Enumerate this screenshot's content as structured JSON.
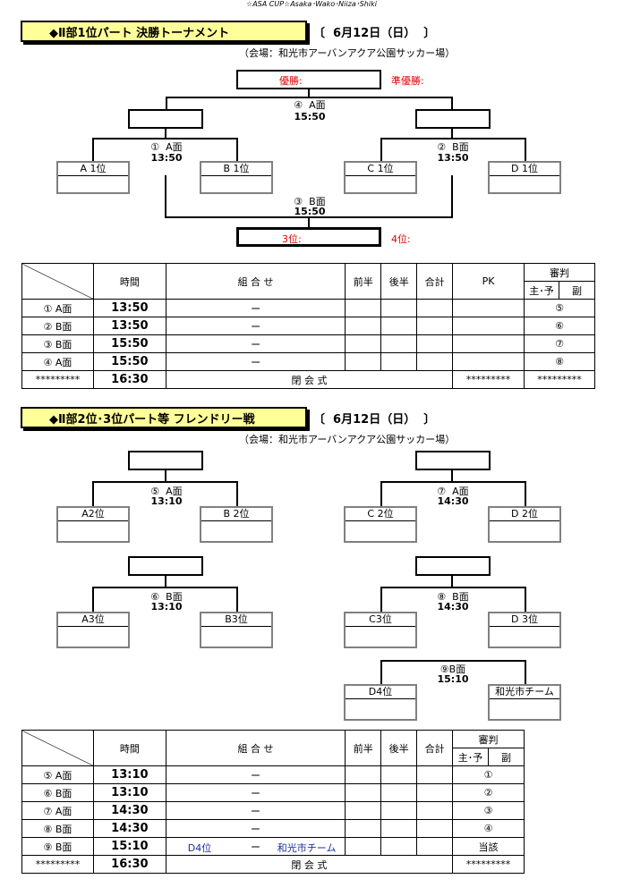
{
  "header": "☆ASA  CUP☆Asaka･Wako･Niiza･Shiki",
  "section1": {
    "title": "◆Ⅱ部1位パート 決勝トーナメント",
    "date": "〔  6月12日（日）  〕",
    "venue": "（会場：和光市アーバンアクア公園サッカー場）",
    "champion_label": "優勝:",
    "runner_up_label": "準優勝:",
    "third_label": "3位:",
    "fourth_label": "4位:",
    "matches": {
      "final": {
        "label": "④  A面",
        "time": "15:50"
      },
      "semi1": {
        "label": "①  A面",
        "time": "13:50"
      },
      "semi2": {
        "label": "②  B面",
        "time": "13:50"
      },
      "third": {
        "label": "③  B面",
        "time": "15:50"
      }
    },
    "teams": [
      "A 1位",
      "B 1位",
      "C 1位",
      "D 1位"
    ]
  },
  "section2": {
    "title": "◆Ⅱ部2位･3位パート等 フレンドリー戦",
    "date": "〔  6月12日（日）  〕",
    "venue": "（会場：和光市アーバンアクア公園サッカー場）",
    "matches": {
      "m5": {
        "label": "⑤  A面",
        "time": "13:10"
      },
      "m7": {
        "label": "⑦  A面",
        "time": "14:30"
      },
      "m6": {
        "label": "⑥  B面",
        "time": "13:10"
      },
      "m8": {
        "label": "⑧  B面",
        "time": "14:30"
      },
      "m9": {
        "label": "⑨B面",
        "time": "15:10"
      }
    },
    "teams": {
      "a2": "A2位",
      "b2": "B 2位",
      "c2": "C 2位",
      "d2": "D 2位",
      "a3": "A3位",
      "b3": "B3位",
      "c3": "C3位",
      "d3": "D 3位",
      "d4": "D4位",
      "wako": "和光市チーム"
    }
  },
  "table1": {
    "headers": {
      "time": "時間",
      "combo": "組  合  せ",
      "first": "前半",
      "second": "後半",
      "total": "合計",
      "pk": "PK",
      "referee": "審判",
      "ref_main": "主･予",
      "ref_sub": "副"
    },
    "rows": [
      {
        "match": "①  A面",
        "time": "13:50",
        "combo": "ー",
        "ref": "⑤"
      },
      {
        "match": "②  B面",
        "time": "13:50",
        "combo": "ー",
        "ref": "⑥"
      },
      {
        "match": "③  B面",
        "time": "15:50",
        "combo": "ー",
        "ref": "⑦"
      },
      {
        "match": "④  A面",
        "time": "15:50",
        "combo": "ー",
        "ref": "⑧"
      }
    ],
    "closing": {
      "match": "*********",
      "time": "16:30",
      "combo": "閉      会      式",
      "pk": "*********",
      "ref": "*********"
    }
  },
  "table2": {
    "headers": {
      "time": "時間",
      "combo": "組  合  せ",
      "first": "前半",
      "second": "後半",
      "total": "合計",
      "referee": "審判",
      "ref_main": "主･予",
      "ref_sub": "副"
    },
    "rows": [
      {
        "match": "⑤  A面",
        "time": "13:10",
        "combo": "ー",
        "ref": "①"
      },
      {
        "match": "⑥  B面",
        "time": "13:10",
        "combo": "ー",
        "ref": "②"
      },
      {
        "match": "⑦  A面",
        "time": "14:30",
        "combo": "ー",
        "ref": "③"
      },
      {
        "match": "⑧  B面",
        "time": "14:30",
        "combo": "ー",
        "ref": "④"
      }
    ],
    "row9": {
      "match": "⑨  B面",
      "time": "15:10",
      "left": "D4位",
      "dash": "ー",
      "right": "和光市チーム",
      "ref": "当該"
    },
    "closing": {
      "match": "*********",
      "time": "16:30",
      "combo": "閉      会      式",
      "ref": "*********"
    }
  }
}
